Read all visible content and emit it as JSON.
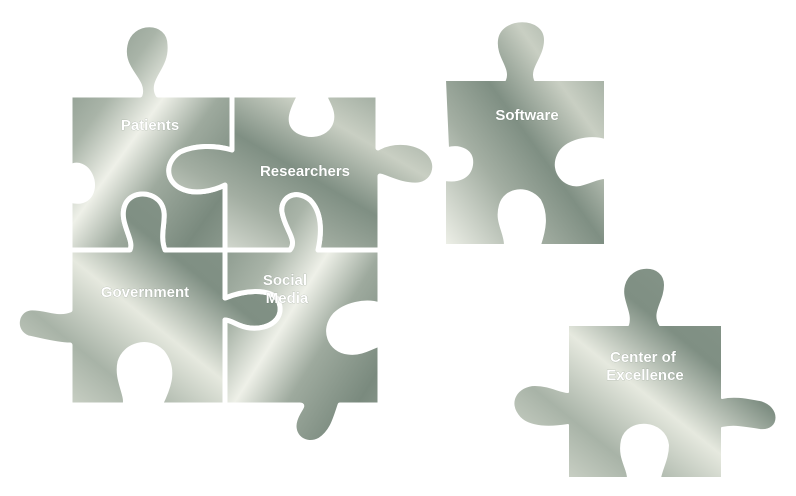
{
  "pieces": [
    {
      "id": "patients",
      "label_lines": [
        "Patients"
      ]
    },
    {
      "id": "researchers",
      "label_lines": [
        "Researchers"
      ]
    },
    {
      "id": "government",
      "label_lines": [
        "Government"
      ]
    },
    {
      "id": "social-media",
      "label_lines": [
        "Social",
        "Media"
      ]
    },
    {
      "id": "software",
      "label_lines": [
        "Software"
      ]
    },
    {
      "id": "center-of-excellence",
      "label_lines": [
        "Center of",
        "Excellence"
      ]
    }
  ],
  "colors": {
    "piece_light": "#eef0e8",
    "piece_mid": "#c4cabe",
    "piece_dark": "#7f8f83",
    "seam": "#ffffff",
    "label": "#ffffff"
  }
}
